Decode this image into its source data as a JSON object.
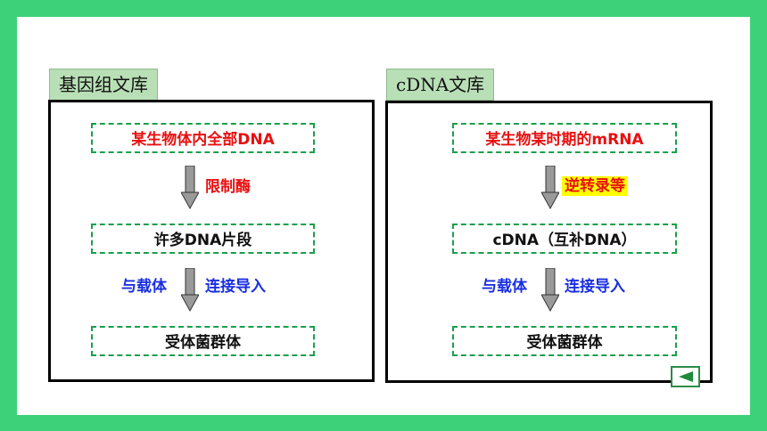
{
  "left": {
    "tab_title": "基因组文库",
    "source": "某生物体内全部DNA",
    "enzyme": "限制酶",
    "fragments": "许多DNA片段",
    "vector_label": "与载体",
    "connect_label": "连接导入",
    "result": "受体菌群体"
  },
  "right": {
    "tab_title": "cDNA文库",
    "source": "某生物某时期的mRNA",
    "enzyme": "逆转录等",
    "fragments": "cDNA（互补DNA）",
    "vector_label": "与载体",
    "connect_label": "连接导入",
    "result": "受体菌群体"
  },
  "colors": {
    "background": "#3dd27a",
    "red_text": "#e81010",
    "blue_text": "#1a2fe0",
    "highlight": "#ffff00",
    "dashed_border": "#18a04a"
  },
  "nav": {
    "icon": "left-triangle-icon"
  }
}
